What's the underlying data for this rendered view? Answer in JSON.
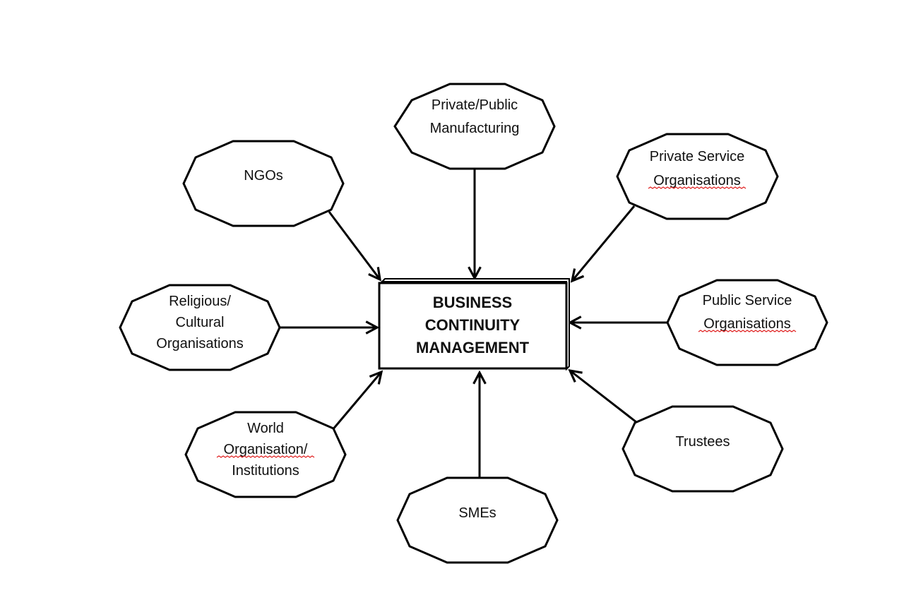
{
  "center": {
    "lines": [
      "BUSINESS",
      "CONTINUITY",
      "MANAGEMENT"
    ]
  },
  "nodes": [
    {
      "id": "private-public-manufacturing",
      "lines": [
        "Private/Public",
        "Manufacturing"
      ]
    },
    {
      "id": "ngos",
      "lines": [
        "NGOs"
      ]
    },
    {
      "id": "private-service-organisations",
      "lines": [
        "Private Service",
        "Organisations"
      ]
    },
    {
      "id": "religious-cultural-organisations",
      "lines": [
        "Religious/",
        "Cultural",
        "Organisations"
      ]
    },
    {
      "id": "public-service-organisations",
      "lines": [
        "Public Service",
        "Organisations"
      ]
    },
    {
      "id": "world-organisation-institutions",
      "lines": [
        "World",
        "Organisation/",
        "Institutions"
      ]
    },
    {
      "id": "trustees",
      "lines": [
        "Trustees"
      ]
    },
    {
      "id": "smes",
      "lines": [
        "SMEs"
      ]
    }
  ],
  "colors": {
    "stroke": "#000000",
    "background": "#ffffff",
    "spellcheck_underline": "#e02020"
  }
}
